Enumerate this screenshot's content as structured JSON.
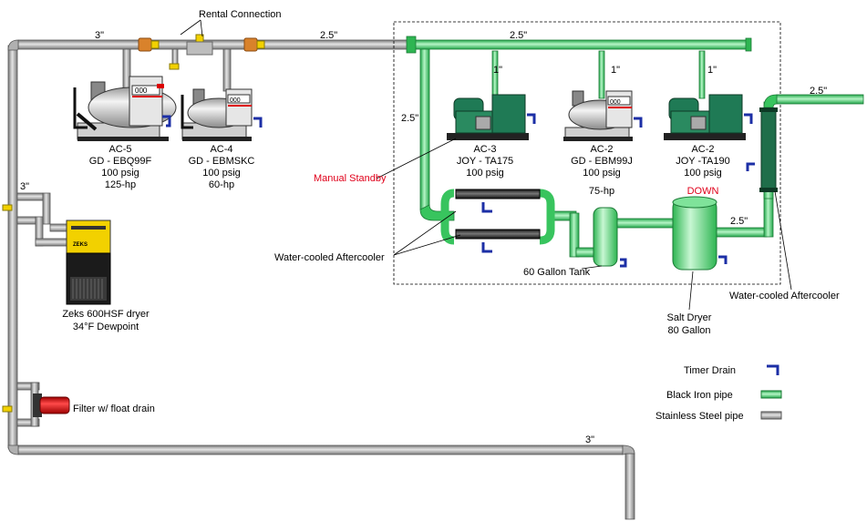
{
  "labels": {
    "rental_connection": "Rental Connection",
    "manual_standby": "Manual Standby",
    "water_cooled_aftercooler_left": "Water-cooled Aftercooler",
    "water_cooled_aftercooler_right": "Water-cooled Aftercooler",
    "sixty_gallon_tank": "60 Gallon Tank",
    "salt_dryer": "Salt Dryer",
    "salt_dryer_size": "80 Gallon",
    "zeks_dryer": "Zeks 600HSF dryer",
    "zeks_dewpoint": "34°F Dewpoint",
    "filter": "Filter w/ float drain",
    "zeks_badge": "ZEKS"
  },
  "pipe_sizes": {
    "top_left": "3\"",
    "top_mid": "2.5\"",
    "green_header": "2.5\"",
    "green_left": "2.5\"",
    "green_out": "2.5\"",
    "tank_to_dryer": "2.5\"",
    "drop_ac3": "1\"",
    "drop_ac2a": "1\"",
    "drop_ac2b": "1\"",
    "left_riser": "3\"",
    "bottom": "3\""
  },
  "compressors": [
    {
      "id": "AC-5",
      "model": "GD - EBQ99F",
      "pressure": "100 psig",
      "hp": "125-hp",
      "display": "000"
    },
    {
      "id": "AC-4",
      "model": "GD - EBMSKC",
      "pressure": "100 psig",
      "hp": "60-hp",
      "display": "000"
    },
    {
      "id": "AC-3",
      "model": "JOY - TA175",
      "pressure": "100 psig",
      "hp": ""
    },
    {
      "id": "AC-2",
      "model": "GD - EBM99J",
      "pressure": "100 psig",
      "hp": "75-hp",
      "display": "000"
    },
    {
      "id": "AC-2",
      "model": "JOY -TA190",
      "pressure": "100 psig",
      "hp": "",
      "status": "DOWN"
    }
  ],
  "legend": [
    {
      "label": "Timer Drain",
      "icon": "timer-drain-icon"
    },
    {
      "label": "Black Iron pipe",
      "icon": "black-iron-pipe-swatch"
    },
    {
      "label": "Stainless Steel pipe",
      "icon": "stainless-steel-pipe-swatch"
    }
  ],
  "colors": {
    "stainless_pipe": "#a6a6a6",
    "black_iron_pipe": "#3ddc6c",
    "annotation_red": "#e0001a",
    "joy_compressor": "#1f7a55"
  }
}
